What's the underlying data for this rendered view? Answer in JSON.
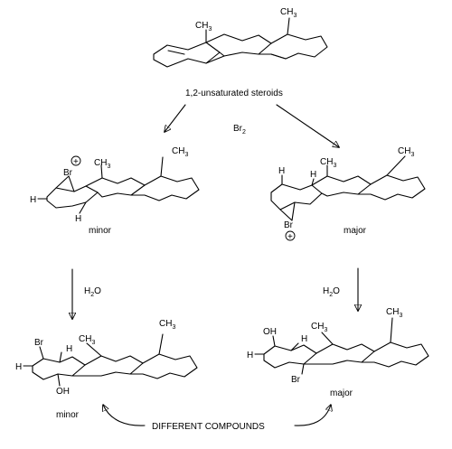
{
  "labels": {
    "reactant": "1,2-unsaturated steroids",
    "reagent_br": "Br",
    "reagent_br_sub": "2",
    "minor_top": "minor",
    "major_top": "major",
    "water_left": "H",
    "water_left_sub": "2",
    "water_left_o": "O",
    "water_right": "H",
    "water_right_sub": "2",
    "water_right_o": "O",
    "minor_bottom": "minor",
    "major_bottom": "major",
    "different": "DIFFERENT COMPOUNDS"
  },
  "atoms": {
    "ch": "CH",
    "three": "3",
    "br": "Br",
    "h": "H",
    "oh": "OH",
    "plus": "+"
  }
}
